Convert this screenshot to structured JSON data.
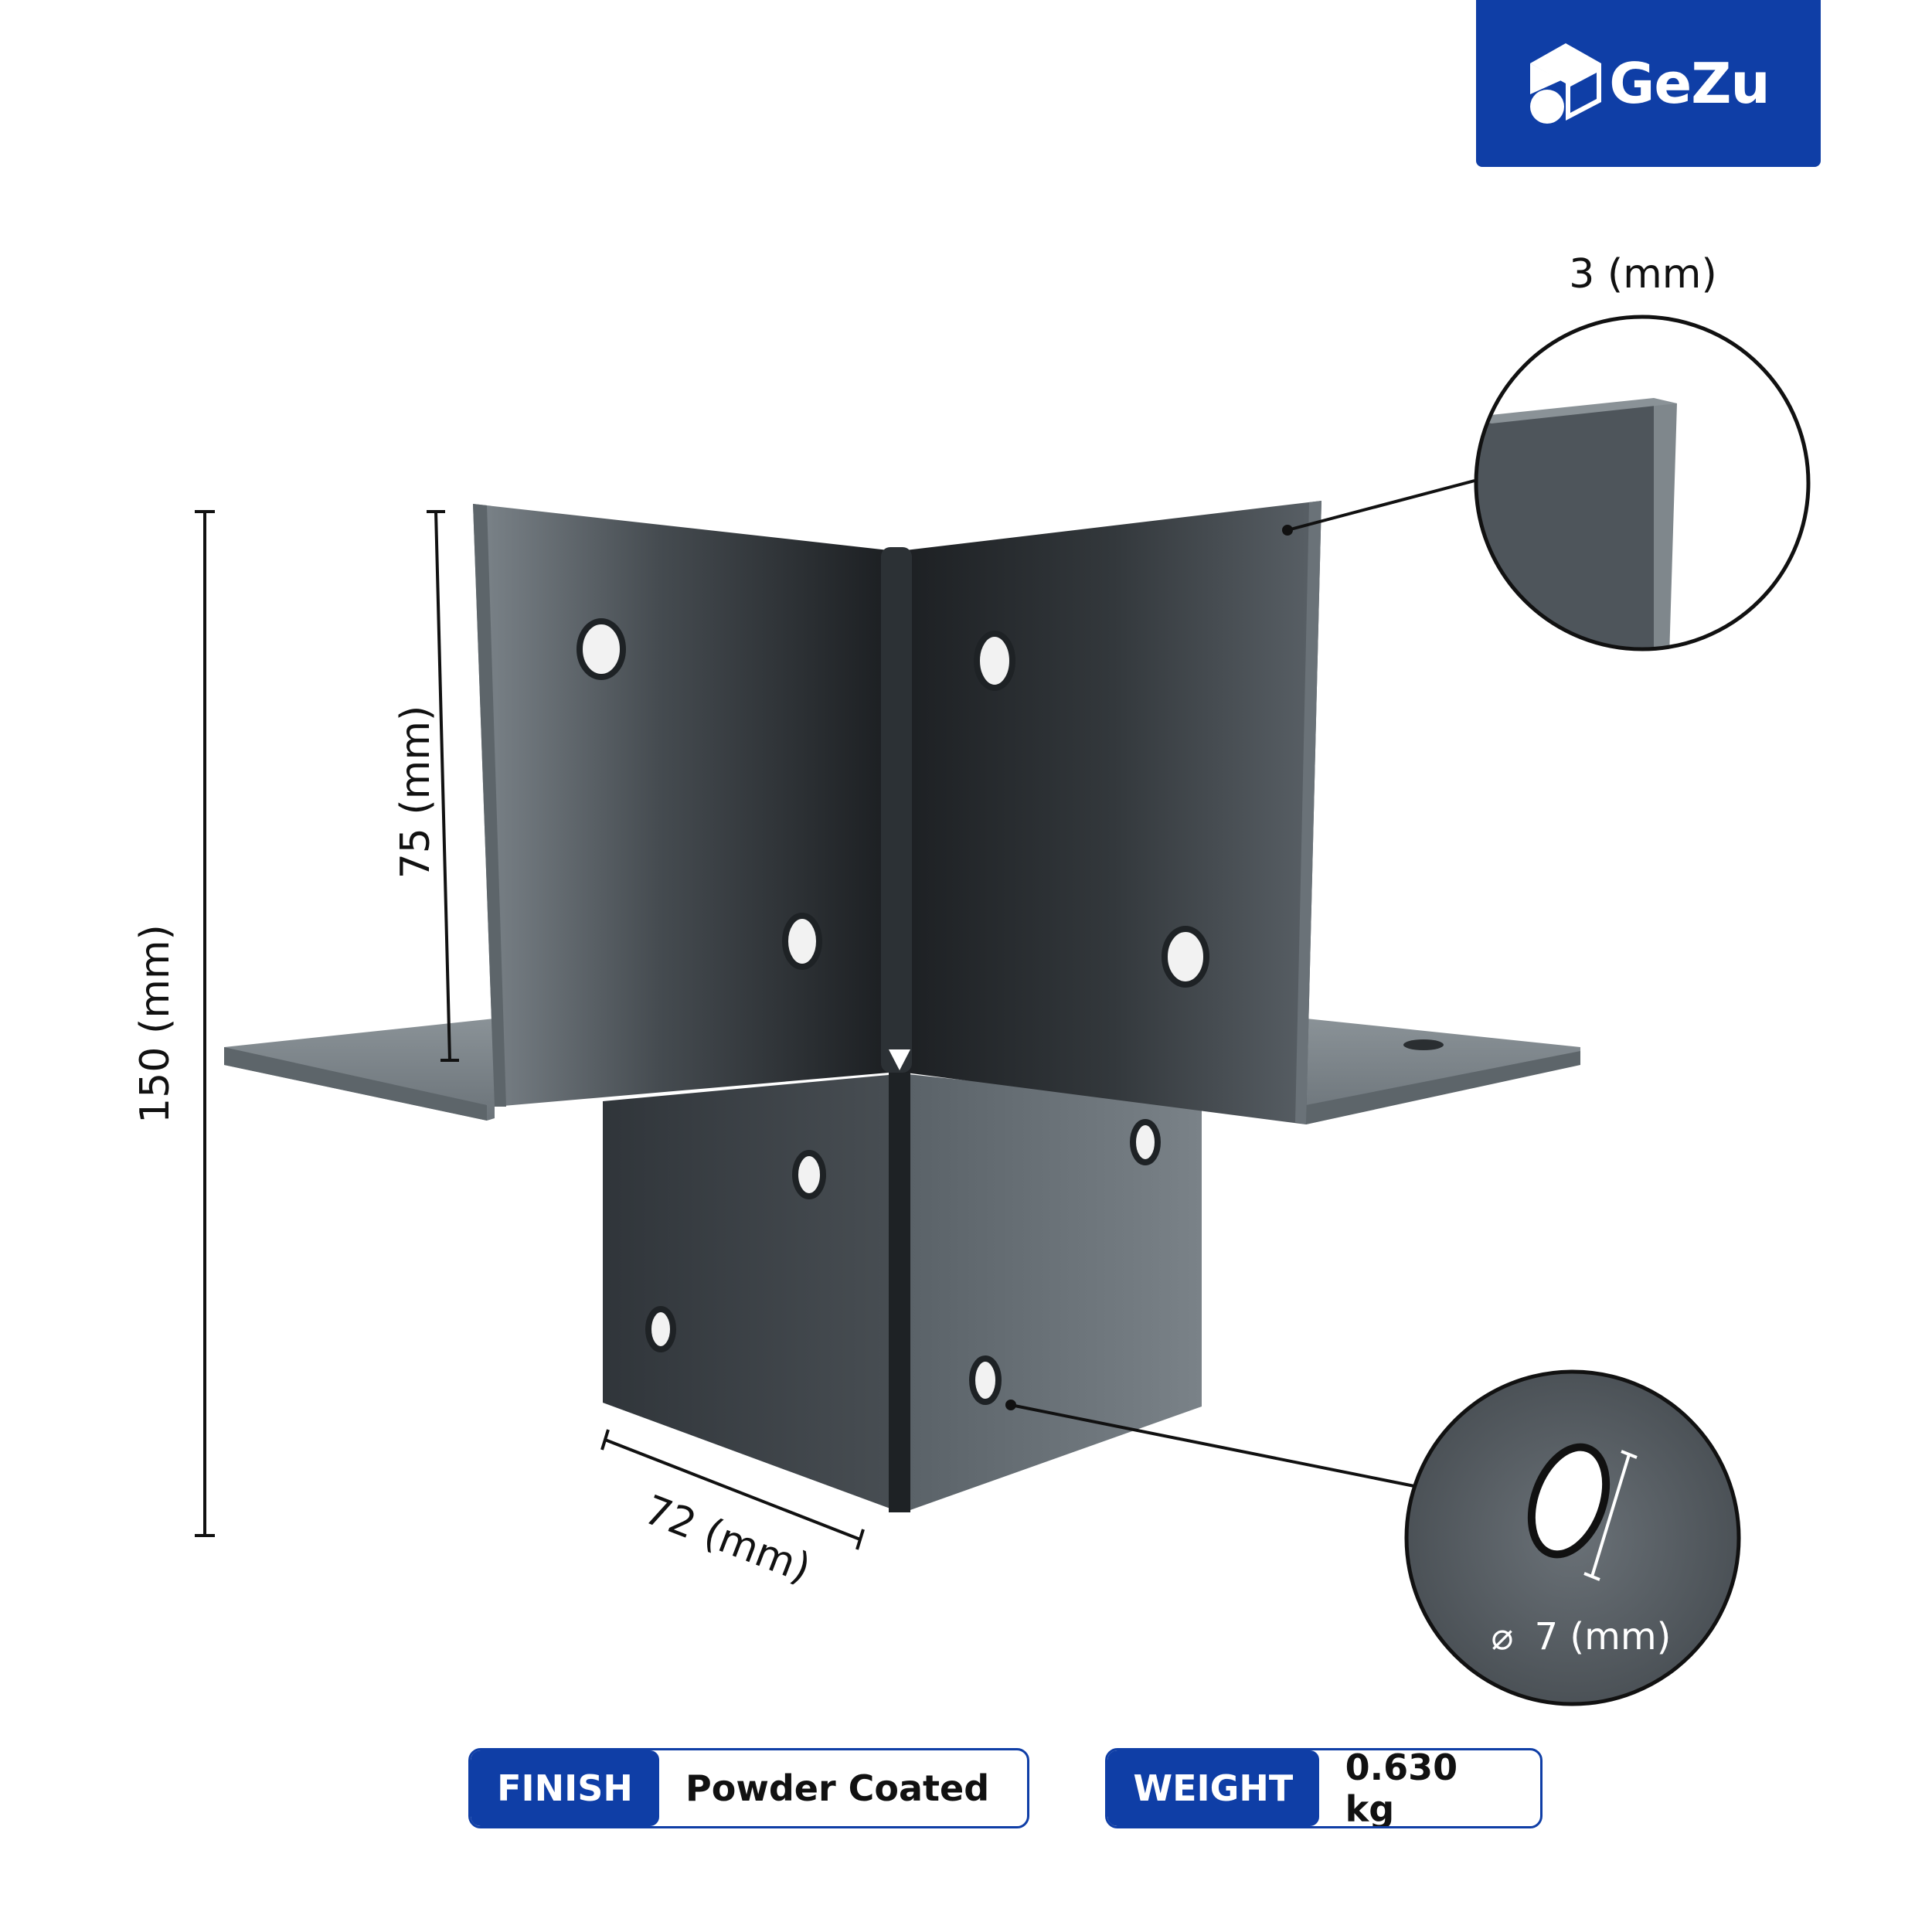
{
  "brand": {
    "name": "GeZu",
    "icon": "house-box-logo-icon",
    "color": "#0f3ea6"
  },
  "dimensions": {
    "height_total": "150 (mm)",
    "height_upper": "75 (mm)",
    "width": "72 (mm)",
    "thickness": "3 (mm)",
    "hole_diameter_symbol": "⌀",
    "hole_diameter": "7 (mm)"
  },
  "specs": {
    "finish_label": "FINISH",
    "finish_value": "Powder Coated",
    "weight_label": "WEIGHT",
    "weight_value": "0.630 kg"
  },
  "colors": {
    "accent": "#0f3ea6",
    "metal_dark": "#25292d",
    "metal_light": "#7a8288"
  }
}
